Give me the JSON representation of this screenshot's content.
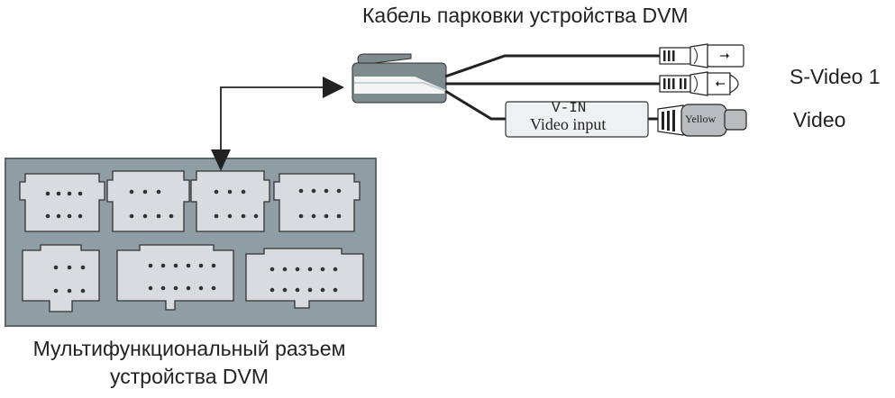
{
  "diagram": {
    "cable_label": "Кабель парковки устройства DVM",
    "svideo_label": "S-Video 1",
    "video_label": "Video",
    "video_box_line1": "V-IN",
    "video_box_line2": "Video input",
    "plug_color_label": "Yellow",
    "connector_label_line1": "Мультифункциональный разъем",
    "connector_label_line2": "устройства DVM"
  },
  "colors": {
    "panel": "#8f9ea4",
    "slot": "#d8dcde",
    "cable": "#222222",
    "connector_body": "#7d8a8e"
  }
}
